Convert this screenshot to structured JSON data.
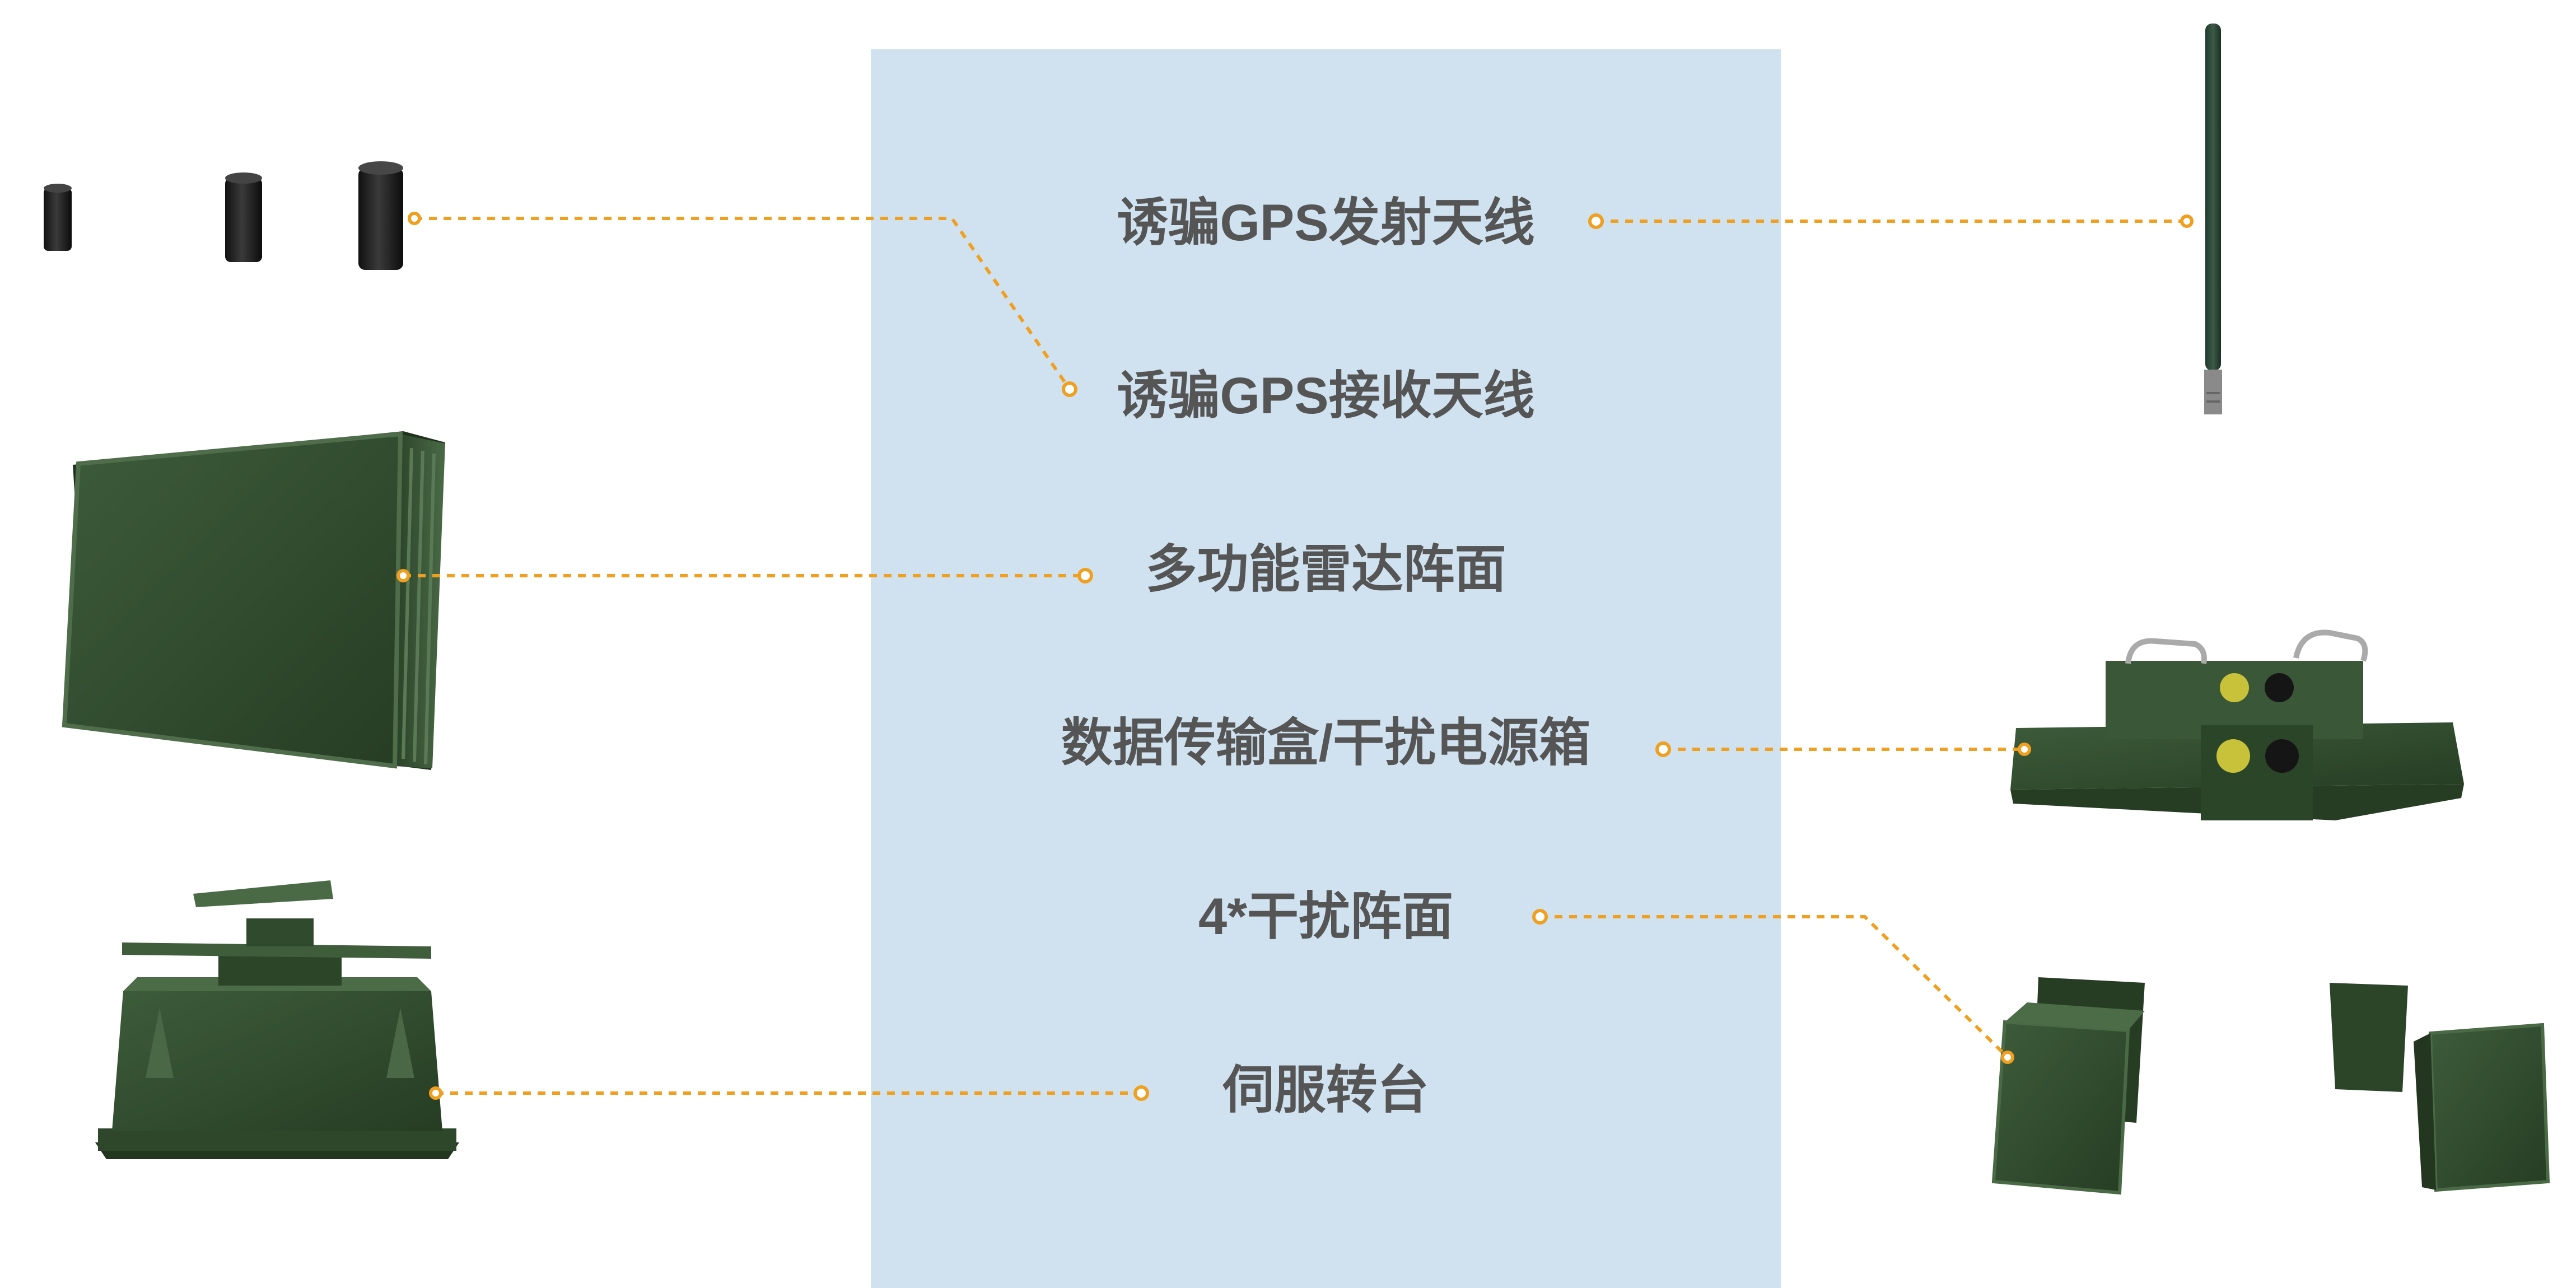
{
  "colors": {
    "panel": "#d0e2f0",
    "label": "#555555",
    "leader": "#f0a020",
    "equipment": "#2f4a2d"
  },
  "labels": {
    "gps_tx_antenna": "诱骗GPS发射天线",
    "gps_rx_antenna": "诱骗GPS接收天线",
    "radar_array": "多功能雷达阵面",
    "transmission_box": "数据传输盒/干扰电源箱",
    "jamming_array": "4*干扰阵面",
    "servo_turntable": "伺服转台"
  }
}
